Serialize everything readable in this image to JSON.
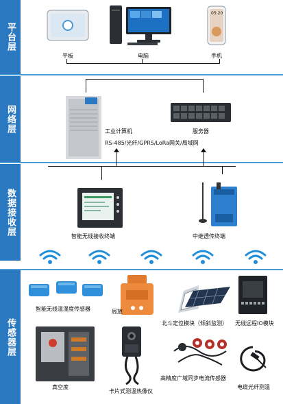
{
  "layers": {
    "platform": "平台层",
    "network": "网络层",
    "receive": "数据接收层",
    "sensor": "传感器层"
  },
  "platform": {
    "tablet": "平板",
    "pc": "电脑",
    "phone": "手机",
    "phone_time": "05:20"
  },
  "network": {
    "ipc": "工业计算机",
    "server": "服务器",
    "link": "RS-485/光纤/GPRS/LoRa网关/局域网"
  },
  "receive": {
    "terminal": "智能无线接收终端",
    "relay": "中继透传终端"
  },
  "sensors": {
    "temp": "智能无线温湿度传感器",
    "pd": "局放",
    "beidou": "北斗定位模块（倾斜监测）",
    "io": "无线远程IO模块",
    "vacuum": "真空度",
    "thermal": "卡片式测温热像仪",
    "current": "高精度广域同步电流传感器",
    "fiber": "电缆光纤测温"
  },
  "colors": {
    "band": "#2a78bf",
    "separator": "#4b9ad6",
    "wifi": "#1e8ed8"
  }
}
